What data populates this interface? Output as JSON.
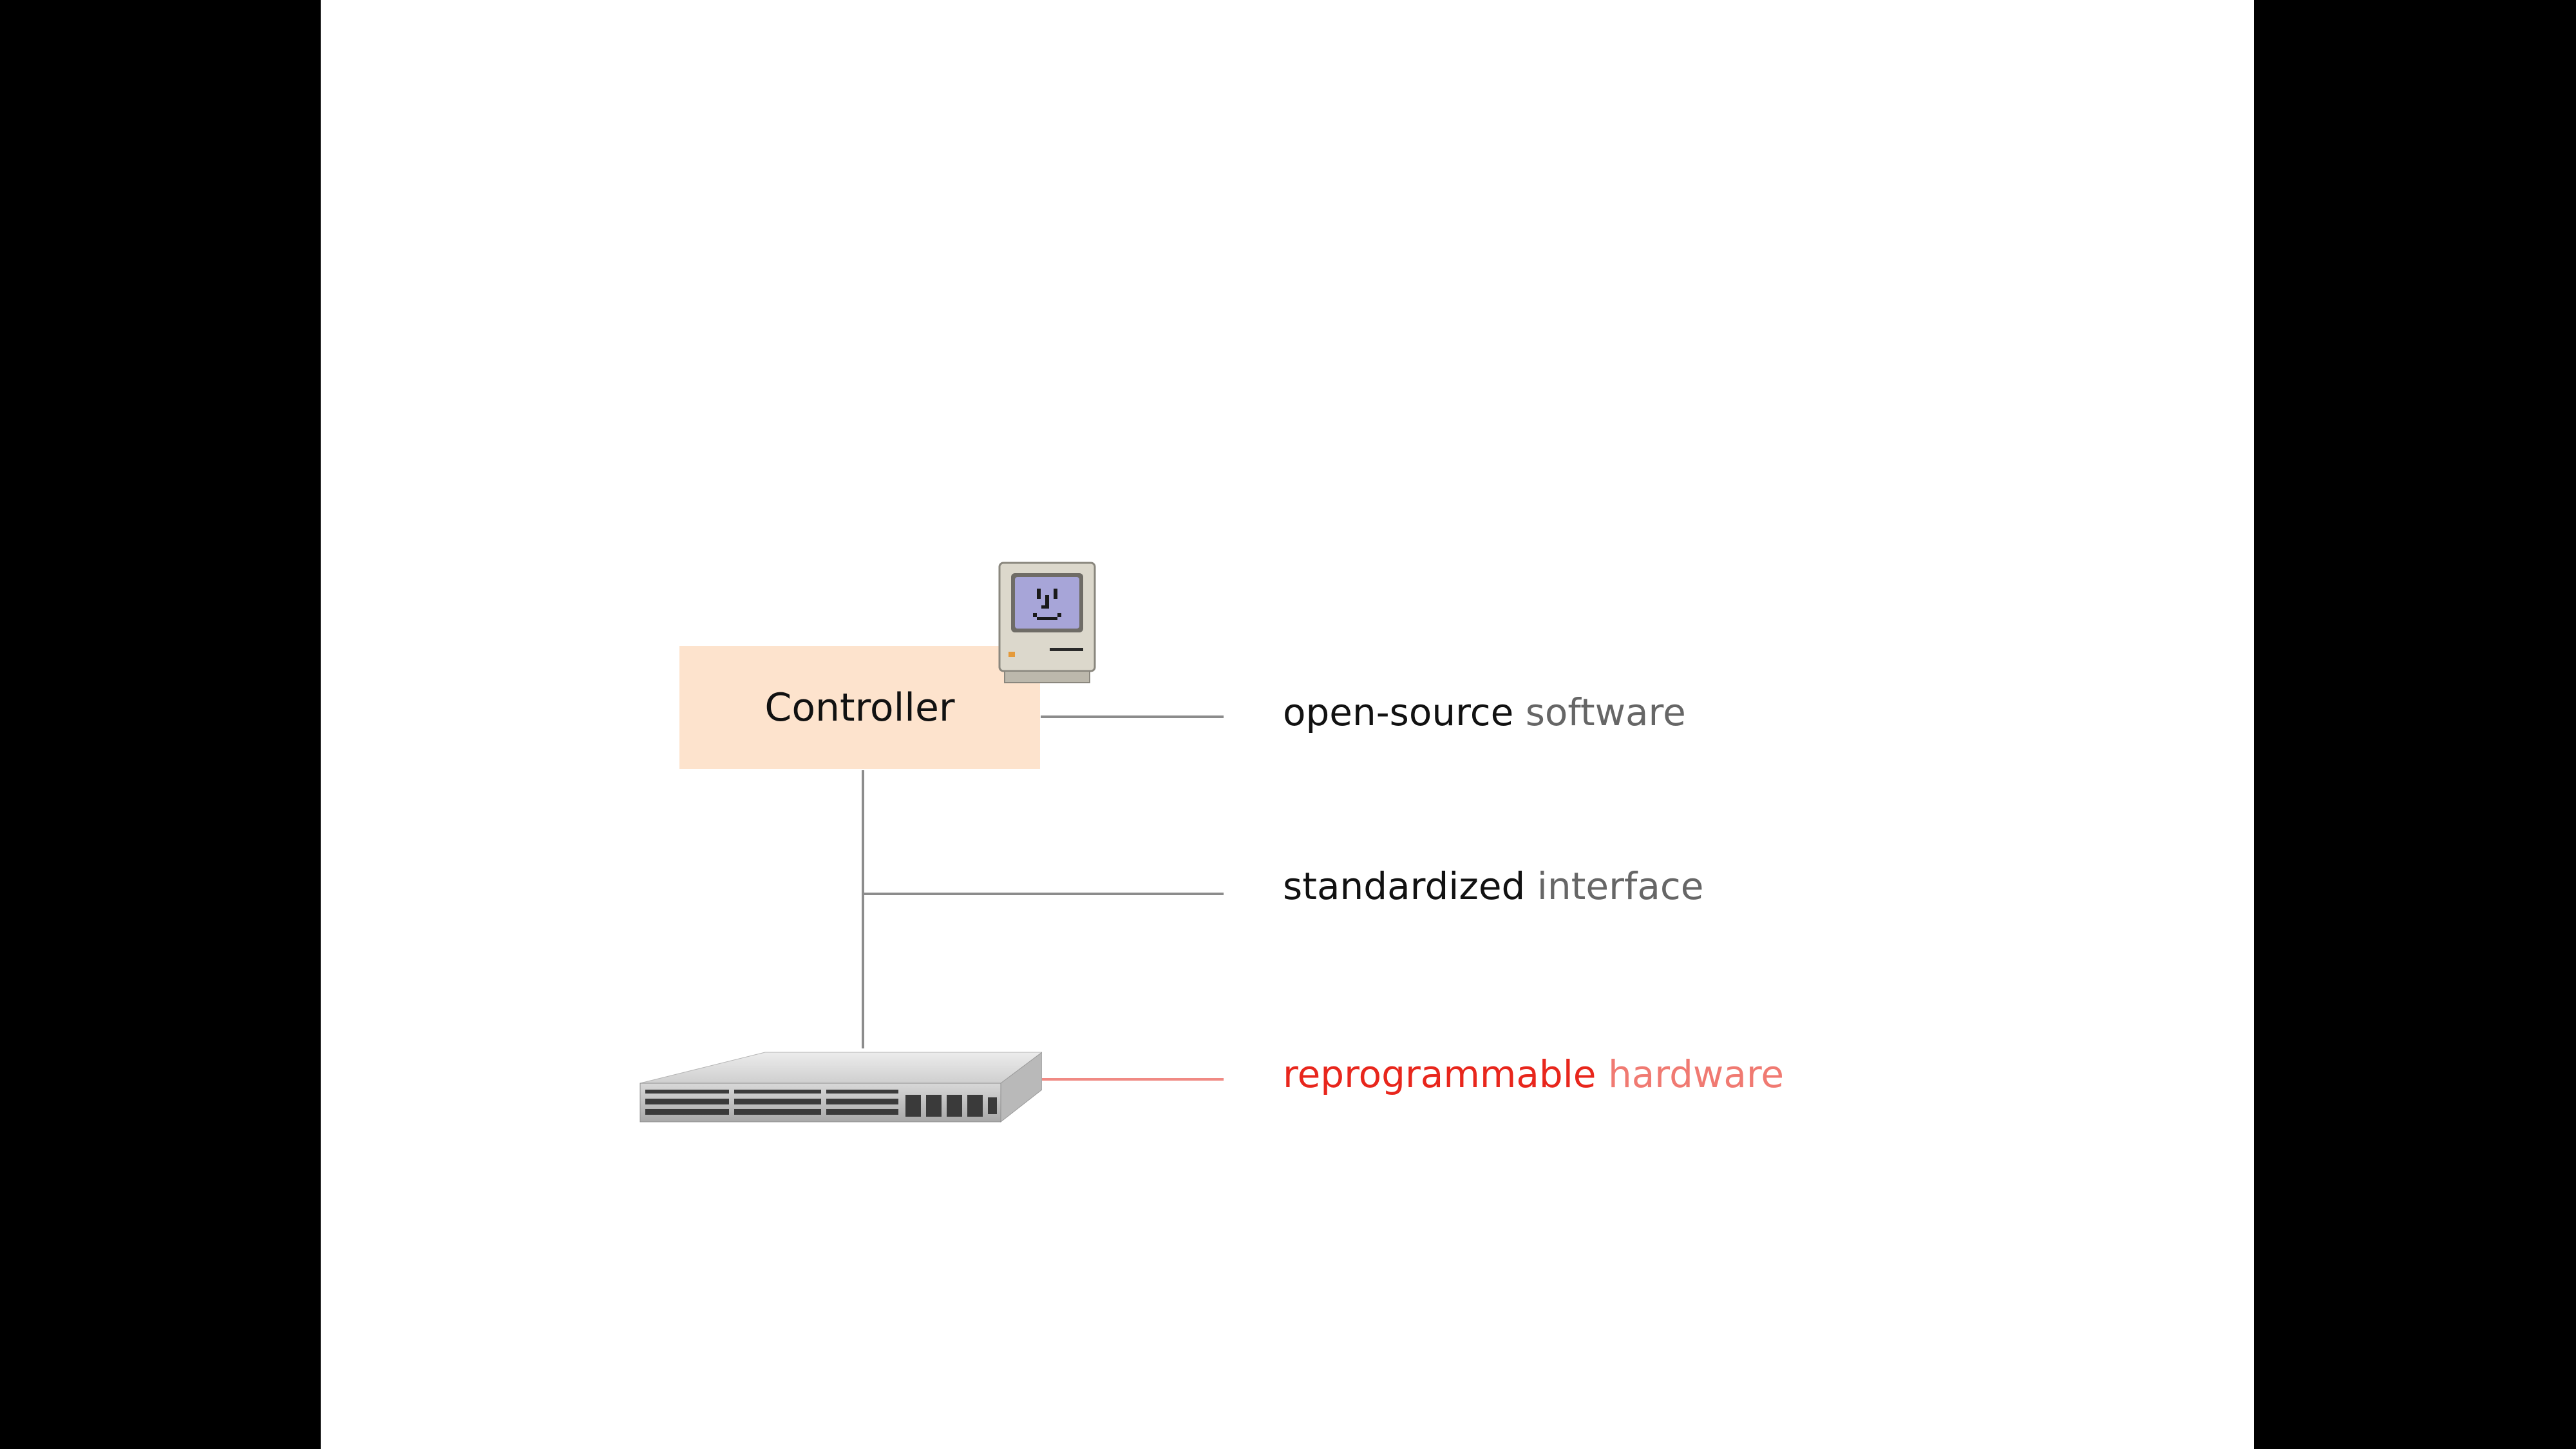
{
  "controller": {
    "label": "Controller"
  },
  "rows": [
    {
      "strong": "open-source",
      "light": "software",
      "strong_color": "#111111",
      "light_color": "#666666"
    },
    {
      "strong": "standardized",
      "light": "interface",
      "strong_color": "#111111",
      "light_color": "#666666"
    },
    {
      "strong": "reprogrammable",
      "light": "hardware",
      "strong_color": "#e8261c",
      "light_color": "#f07a72"
    }
  ],
  "icons": {
    "computer": "classic-mac-icon",
    "switch": "network-switch-icon"
  },
  "colors": {
    "controller_fill": "#fde3cd",
    "line": "#8c8c8c",
    "hardware_line": "#f08a84",
    "accent": "#e8261c"
  }
}
